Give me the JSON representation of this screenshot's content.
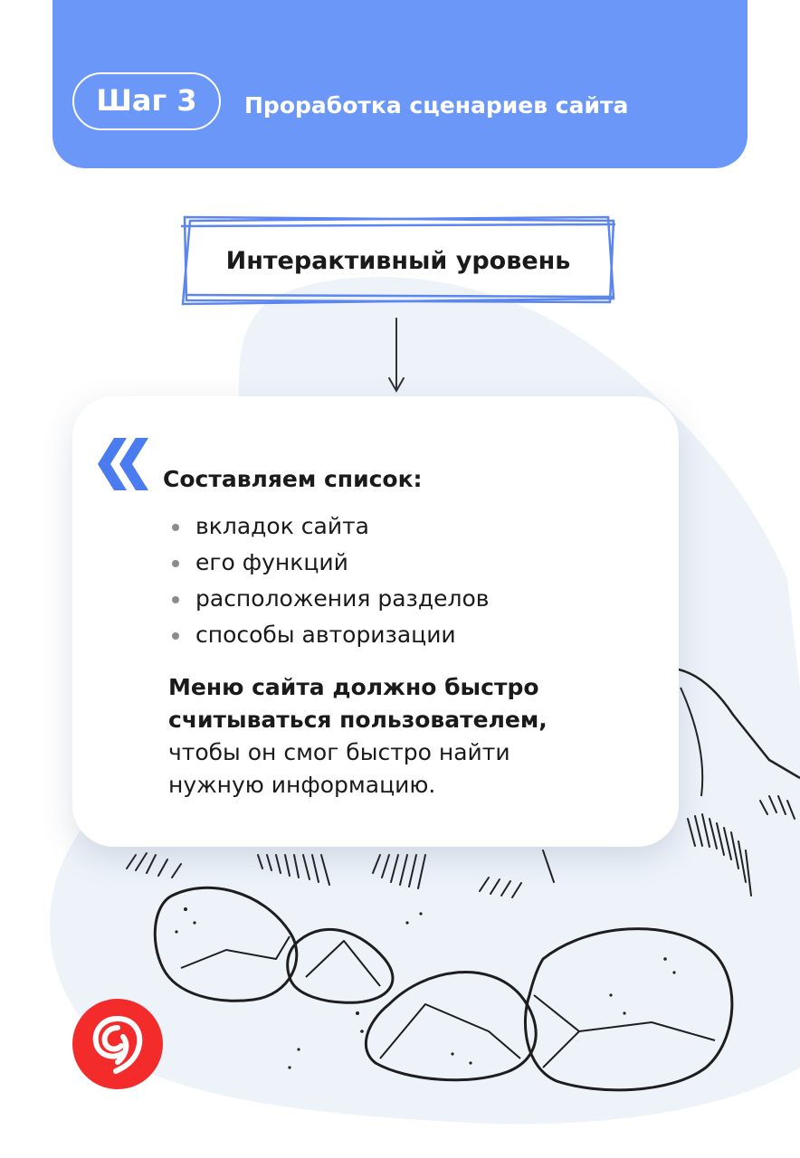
{
  "header": {
    "step_label": "Шаг 3",
    "subtitle": "Проработка сценариев сайта",
    "background_color": "#6b97f8"
  },
  "level_box": {
    "title": "Интерактивный уровень",
    "border_color": "#5b86f0"
  },
  "card": {
    "quote_icon": "double-chevron-left-icon",
    "heading": "Составляем список:",
    "items": [
      "вкладок сайта",
      "его функций",
      "расположения разделов",
      "способы авторизации"
    ],
    "note_bold_line1": "Меню сайта должно быстро",
    "note_bold_line2": "считываться пользователем,",
    "note_regular_line1": "чтобы он смог быстро найти",
    "note_regular_line2": "нужную информацию."
  },
  "logo": {
    "icon": "brand-logo-icon",
    "color": "#f32b2b"
  },
  "decor": {
    "illustration": "stones-and-mountain-sketch",
    "blob_color": "#eef3fa"
  }
}
